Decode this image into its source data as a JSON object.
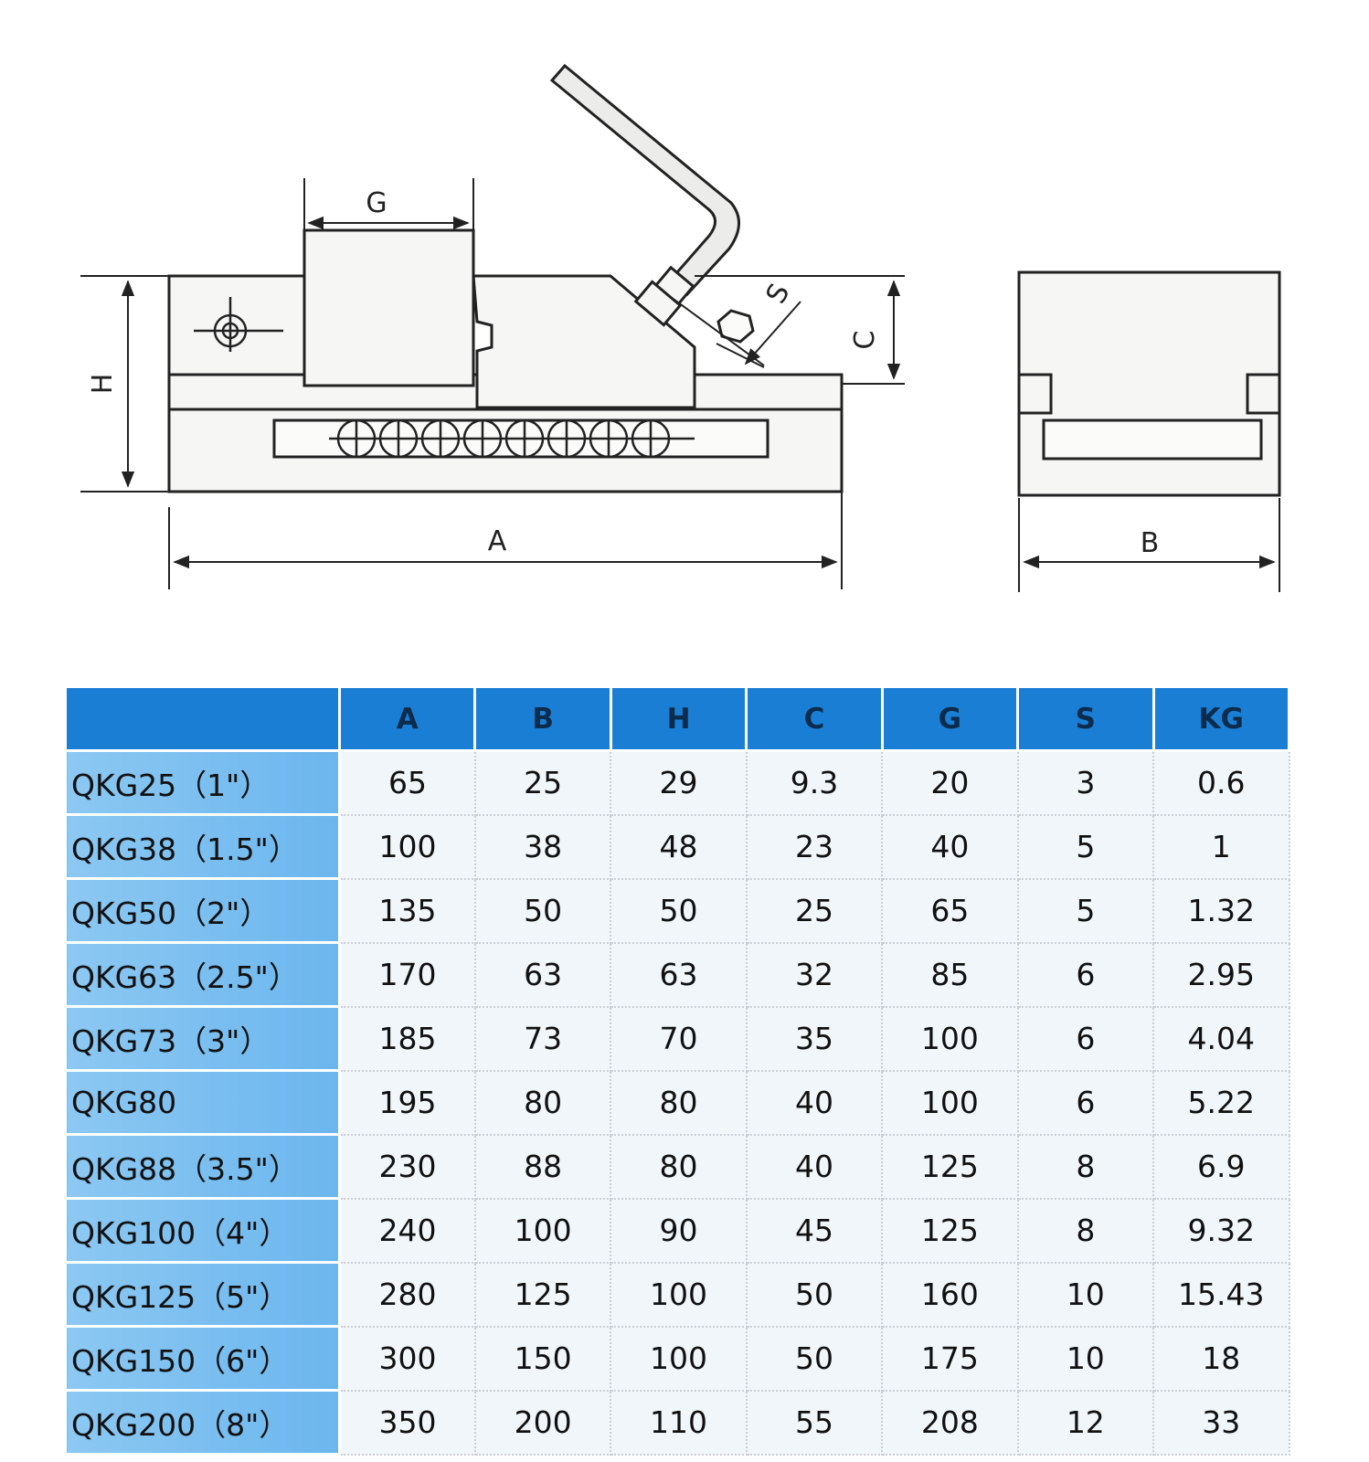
{
  "diagram": {
    "labels": {
      "G": "G",
      "S": "S",
      "C": "C",
      "H": "H",
      "A": "A",
      "B": "B"
    }
  },
  "table": {
    "columns": [
      "",
      "A",
      "B",
      "H",
      "C",
      "G",
      "S",
      "KG"
    ],
    "rows": [
      {
        "model": "QKG25（1\"）",
        "values": [
          "65",
          "25",
          "29",
          "9.3",
          "20",
          "3",
          "0.6"
        ]
      },
      {
        "model": "QKG38（1.5\"）",
        "values": [
          "100",
          "38",
          "48",
          "23",
          "40",
          "5",
          "1"
        ]
      },
      {
        "model": "QKG50（2\"）",
        "values": [
          "135",
          "50",
          "50",
          "25",
          "65",
          "5",
          "1.32"
        ]
      },
      {
        "model": "QKG63（2.5\"）",
        "values": [
          "170",
          "63",
          "63",
          "32",
          "85",
          "6",
          "2.95"
        ]
      },
      {
        "model": "QKG73（3\"）",
        "values": [
          "185",
          "73",
          "70",
          "35",
          "100",
          "6",
          "4.04"
        ]
      },
      {
        "model": "QKG80",
        "values": [
          "195",
          "80",
          "80",
          "40",
          "100",
          "6",
          "5.22"
        ]
      },
      {
        "model": "QKG88（3.5\"）",
        "values": [
          "230",
          "88",
          "80",
          "40",
          "125",
          "8",
          "6.9"
        ]
      },
      {
        "model": "QKG100（4\"）",
        "values": [
          "240",
          "100",
          "90",
          "45",
          "125",
          "8",
          "9.32"
        ]
      },
      {
        "model": "QKG125（5\"）",
        "values": [
          "280",
          "125",
          "100",
          "50",
          "160",
          "10",
          "15.43"
        ]
      },
      {
        "model": "QKG150（6\"）",
        "values": [
          "300",
          "150",
          "100",
          "50",
          "175",
          "10",
          "18"
        ]
      },
      {
        "model": "QKG200（8\"）",
        "values": [
          "350",
          "200",
          "110",
          "55",
          "208",
          "12",
          "33"
        ]
      }
    ]
  }
}
